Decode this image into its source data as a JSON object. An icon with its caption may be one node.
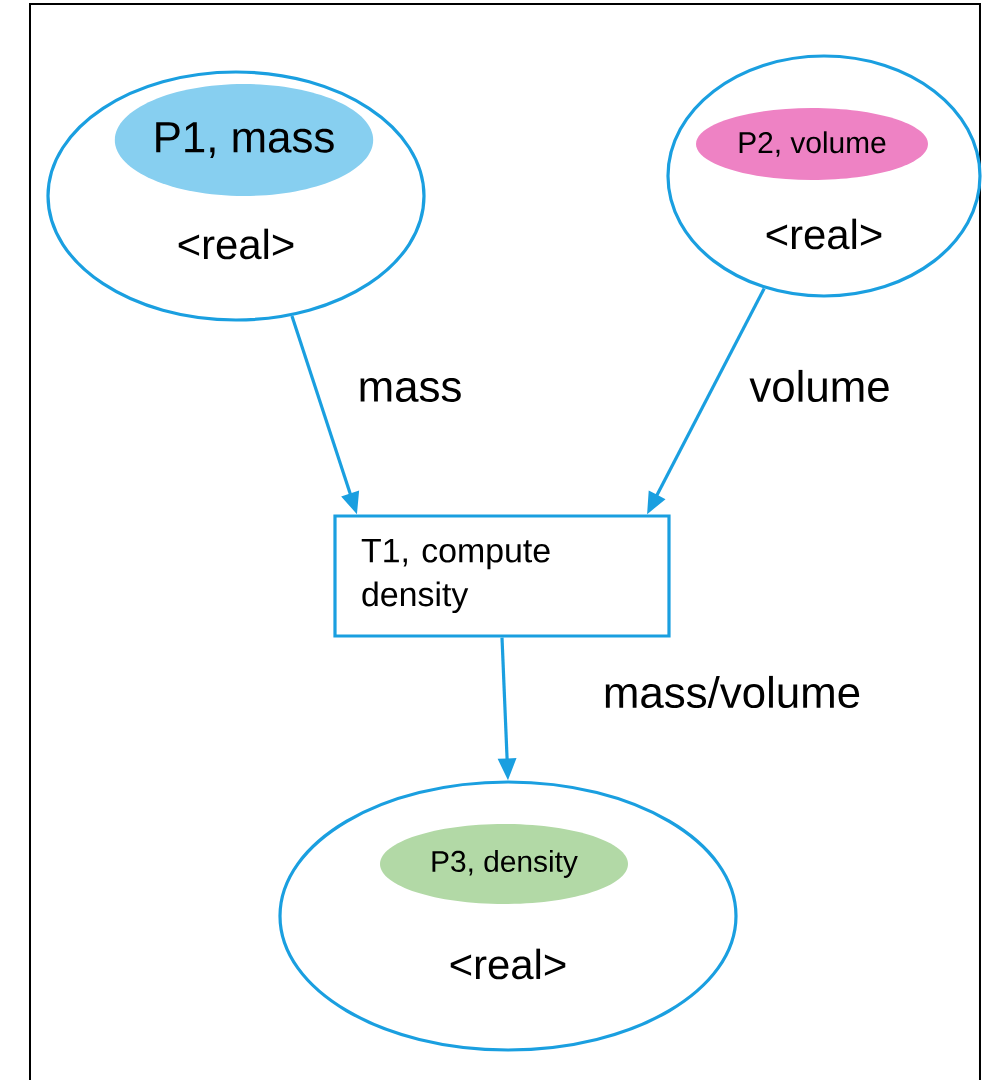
{
  "diagram": {
    "nodes": [
      {
        "text": [
          "<real>"
        ]
      },
      {
        "text": [
          "P1, mass"
        ],
        "in": 0
      },
      {
        "text": [
          "<real>"
        ]
      },
      {
        "text": [
          "P2, volume"
        ],
        "in": 2
      },
      {
        "text": [
          "T1, compute density"
        ]
      },
      {
        "text": [
          "<real>"
        ]
      },
      {
        "text": [
          "P3, density"
        ],
        "in": 5
      }
    ],
    "edges": [
      {
        "from": 0,
        "to": 4,
        "arrow": "to",
        "label": "mass"
      },
      {
        "from": 2,
        "to": 4,
        "arrow": "to",
        "label": "volume"
      },
      {
        "from": 4,
        "to": 5,
        "arrow": "to",
        "label": "mass/volume"
      }
    ]
  }
}
